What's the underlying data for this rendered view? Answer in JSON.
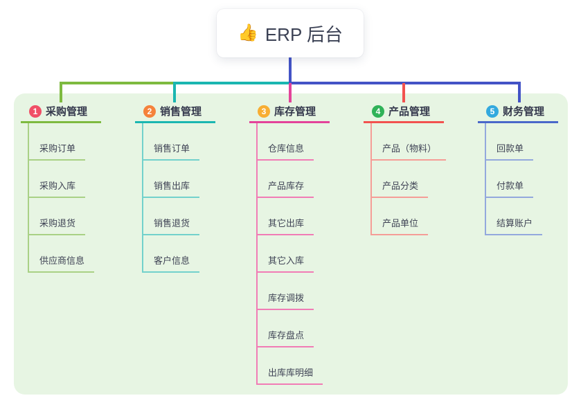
{
  "root": {
    "icon": "👍",
    "title": "ERP 后台"
  },
  "colors": {
    "background": "#FFFFFF",
    "panel": "#E7F5E3",
    "connector_blue": "#4353C6",
    "root_text": "#3B4154",
    "branch_text": "#34384C",
    "child_text": "#3F4355"
  },
  "branches": [
    {
      "number": "1",
      "label": "采购管理",
      "badge_color": "#F04F66",
      "line_color": "#7EBA40",
      "child_line_color": "#A9D185",
      "children": [
        "采购订单",
        "采购入库",
        "采购退货",
        "供应商信息"
      ]
    },
    {
      "number": "2",
      "label": "销售管理",
      "badge_color": "#F5823B",
      "line_color": "#1BB6B1",
      "child_line_color": "#72D1CC",
      "children": [
        "销售订单",
        "销售出库",
        "销售退货",
        "客户信息"
      ]
    },
    {
      "number": "3",
      "label": "库存管理",
      "badge_color": "#F8AE33",
      "line_color": "#E3439A",
      "child_line_color": "#F17CB5",
      "children": [
        "仓库信息",
        "产品库存",
        "其它出库",
        "其它入库",
        "库存调拨",
        "库存盘点",
        "出库库明细"
      ]
    },
    {
      "number": "4",
      "label": "产品管理",
      "badge_color": "#30B258",
      "line_color": "#F2524F",
      "child_line_color": "#F59D97",
      "children": [
        "产品（物料）",
        "产品分类",
        "产品单位"
      ]
    },
    {
      "number": "5",
      "label": "财务管理",
      "badge_color": "#33A9DE",
      "line_color": "#4A68C9",
      "child_line_color": "#93A8DD",
      "children": [
        "回款单",
        "付款单",
        "结算账户"
      ]
    }
  ]
}
